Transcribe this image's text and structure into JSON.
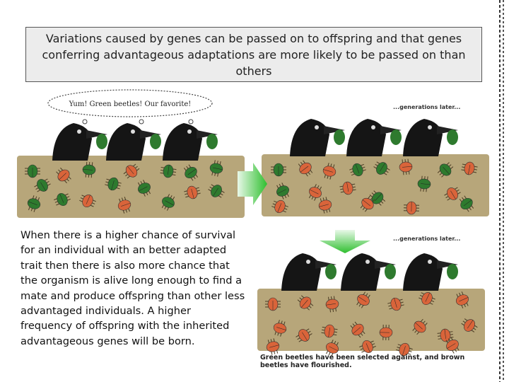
{
  "title": "Variations caused by genes can be passed on to offspring and that genes conferring advantageous adaptations are more likely to be passed on than others",
  "body_text": "When there is a higher chance of survival for an individual with an better adapted trait then there is also more chance that the organism is alive long enough to find a mate and produce offspring than other less advantaged individuals. A higher frequency of offspring with the inherited advantageous genes will be born.",
  "figure": {
    "speech_bubble": "Yum! Green beetles! Our favorite!",
    "caption_top": "...generations later...",
    "caption_bottom": "...generations later...",
    "final_caption": "Green beetles have been selected against, and brown beetles have flourished.",
    "colors": {
      "green_beetle": "#2e7a2e",
      "brown_beetle": "#d9643a",
      "ground": "#b7a67a",
      "arrow": "#3cc43c"
    }
  }
}
